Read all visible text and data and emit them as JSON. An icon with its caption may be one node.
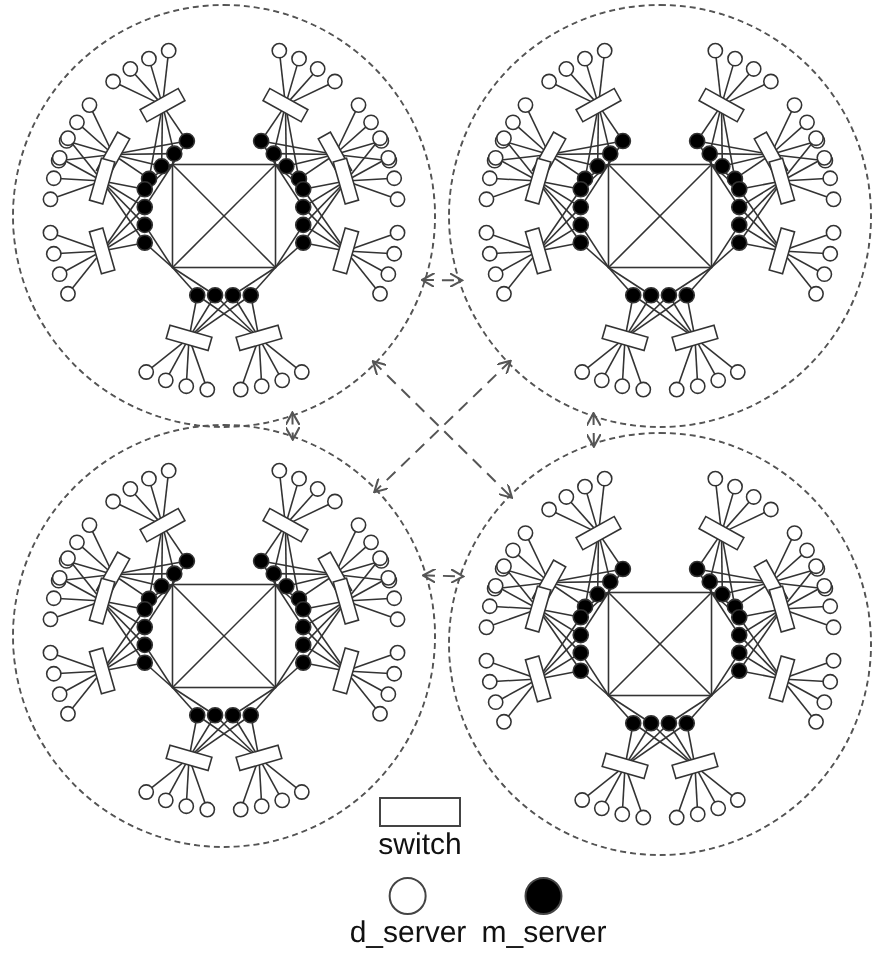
{
  "diagram": {
    "nodes": [
      {
        "text": [],
        "shape": "circle"
      },
      {
        "text": [],
        "shape": "circle"
      },
      {
        "text": [],
        "shape": "circle"
      },
      {
        "text": [],
        "shape": "circle"
      }
    ],
    "edges": [
      {
        "from": 0,
        "to": 1,
        "arrow": "both",
        "style": "dashed"
      },
      {
        "from": 0,
        "to": 2,
        "arrow": "both",
        "style": "dashed"
      },
      {
        "from": 0,
        "to": 3,
        "arrow": "both",
        "style": "dashed"
      },
      {
        "from": 1,
        "to": 2,
        "arrow": "both",
        "style": "dashed"
      },
      {
        "from": 1,
        "to": 3,
        "arrow": "both",
        "style": "dashed"
      },
      {
        "from": 2,
        "to": 3,
        "arrow": "both",
        "style": "dashed"
      }
    ],
    "legend": [
      {
        "text": "switch"
      },
      {
        "text": "d_server"
      },
      {
        "text": "m_server"
      }
    ]
  }
}
